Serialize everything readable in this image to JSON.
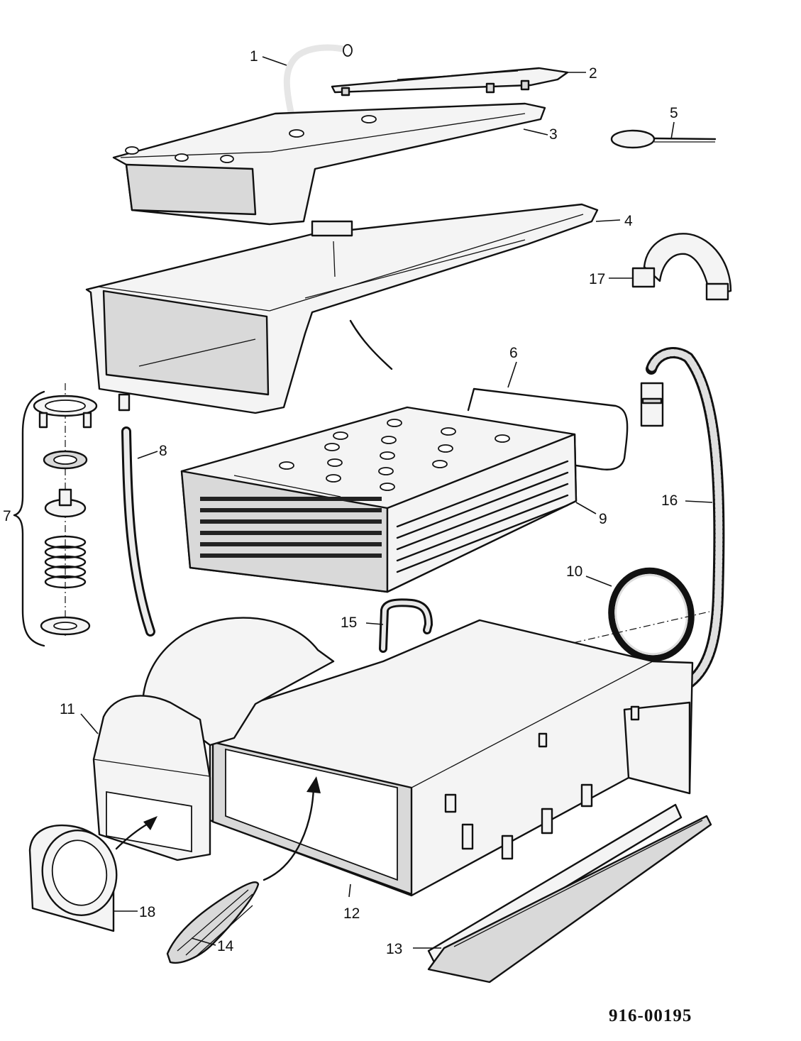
{
  "drawing_number": "916-00195",
  "callouts": [
    {
      "id": "1",
      "label": "1"
    },
    {
      "id": "2",
      "label": "2"
    },
    {
      "id": "3",
      "label": "3"
    },
    {
      "id": "4",
      "label": "4"
    },
    {
      "id": "5",
      "label": "5"
    },
    {
      "id": "6",
      "label": "6"
    },
    {
      "id": "7",
      "label": "7"
    },
    {
      "id": "8",
      "label": "8"
    },
    {
      "id": "9",
      "label": "9"
    },
    {
      "id": "10",
      "label": "10"
    },
    {
      "id": "11",
      "label": "11"
    },
    {
      "id": "12",
      "label": "12"
    },
    {
      "id": "13",
      "label": "13"
    },
    {
      "id": "14",
      "label": "14"
    },
    {
      "id": "15",
      "label": "15"
    },
    {
      "id": "16",
      "label": "16"
    },
    {
      "id": "17",
      "label": "17"
    },
    {
      "id": "18",
      "label": "18"
    }
  ],
  "colors": {
    "line": "#111111",
    "fill": "#f4f4f4",
    "background": "#ffffff"
  }
}
